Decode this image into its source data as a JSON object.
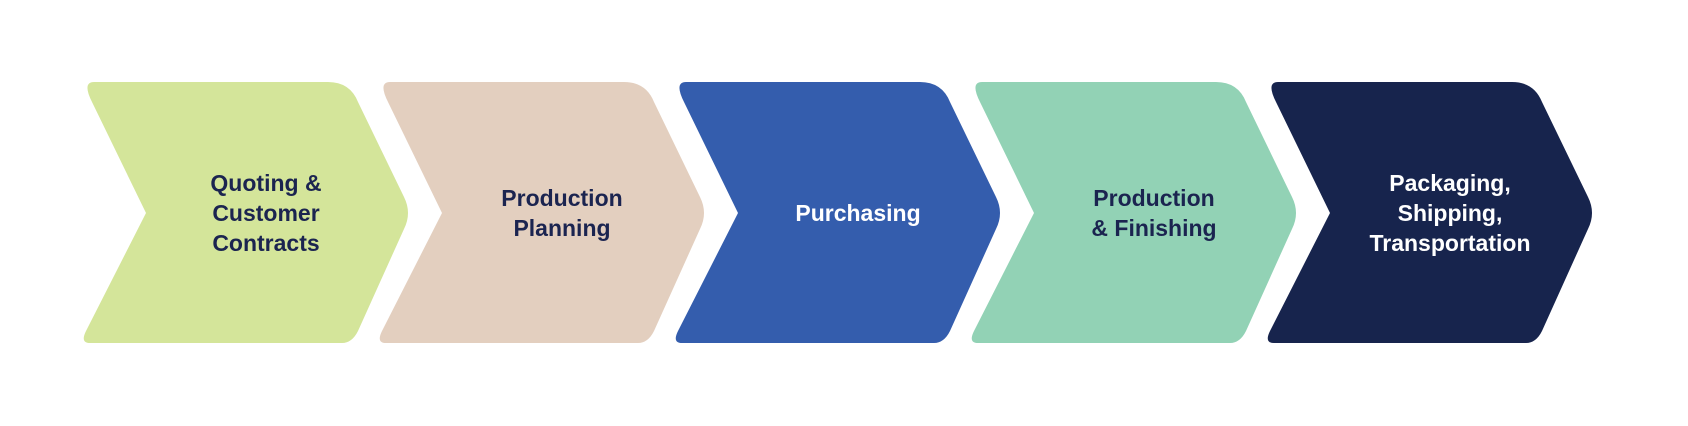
{
  "steps": [
    {
      "lines": [
        "Quoting &",
        "Customer",
        "Contracts"
      ],
      "fill": "#D4E59A",
      "text_color": "#1B2450"
    },
    {
      "lines": [
        "Production",
        "Planning"
      ],
      "fill": "#E3CFBF",
      "text_color": "#1B2450"
    },
    {
      "lines": [
        "Purchasing"
      ],
      "fill": "#345DAD",
      "text_color": "#FFFFFF"
    },
    {
      "lines": [
        "Production",
        "& Finishing"
      ],
      "fill": "#92D2B5",
      "text_color": "#1B2450"
    },
    {
      "lines": [
        "Packaging,",
        "Shipping,",
        "Transportation"
      ],
      "fill": "#17244D",
      "text_color": "#FFFFFF"
    }
  ]
}
